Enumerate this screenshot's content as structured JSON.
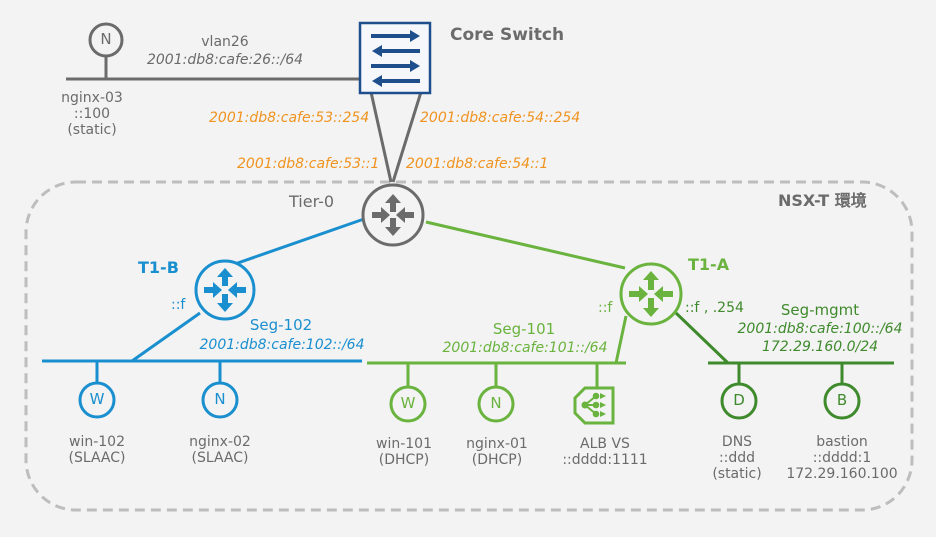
{
  "core_switch": {
    "label": "Core Switch"
  },
  "vlan26": {
    "name": "vlan26",
    "prefix": "2001:db8:cafe:26::/64"
  },
  "nginx03": {
    "letter": "N",
    "name": "nginx-03",
    "addr": "::100",
    "mode": "(static)"
  },
  "uplinks": {
    "left_switch": "2001:db8:cafe:53::254",
    "right_switch": "2001:db8:cafe:54::254",
    "left_t0": "2001:db8:cafe:53::1",
    "right_t0": "2001:db8:cafe:54::1"
  },
  "nsx_area": {
    "label": "NSX-T 環境"
  },
  "tier0": {
    "label": "Tier-0"
  },
  "t1b": {
    "label": "T1-B",
    "iface": "::f"
  },
  "t1a": {
    "label": "T1-A",
    "iface_left": "::f",
    "iface_right": "::f , .254"
  },
  "seg102": {
    "name": "Seg-102",
    "prefix": "2001:db8:cafe:102::/64"
  },
  "seg101": {
    "name": "Seg-101",
    "prefix": "2001:db8:cafe:101::/64"
  },
  "segmgmt": {
    "name": "Seg-mgmt",
    "prefix": "2001:db8:cafe:100::/64",
    "ipv4": "172.29.160.0/24"
  },
  "hosts": {
    "win102": {
      "letter": "W",
      "name": "win-102",
      "mode": "(SLAAC)"
    },
    "nginx02": {
      "letter": "N",
      "name": "nginx-02",
      "mode": "(SLAAC)"
    },
    "win101": {
      "letter": "W",
      "name": "win-101",
      "mode": "(DHCP)"
    },
    "nginx01": {
      "letter": "N",
      "name": "nginx-01",
      "mode": "(DHCP)"
    },
    "albvs": {
      "name": "ALB VS",
      "addr": "::dddd:1111"
    },
    "dns": {
      "letter": "D",
      "name": "DNS",
      "addr": "::ddd",
      "mode": "(static)"
    },
    "bastion": {
      "letter": "B",
      "name": "bastion",
      "addr": "::dddd:1",
      "ipv4": "172.29.160.100"
    }
  },
  "colors": {
    "gray": "#6b6b6b",
    "navy": "#1f4e8c",
    "orange": "#f0931f",
    "blue": "#1a8fcf",
    "green": "#6ab33e",
    "dark_green": "#3f8a2c",
    "dashed_border": "#bdbdbd"
  }
}
